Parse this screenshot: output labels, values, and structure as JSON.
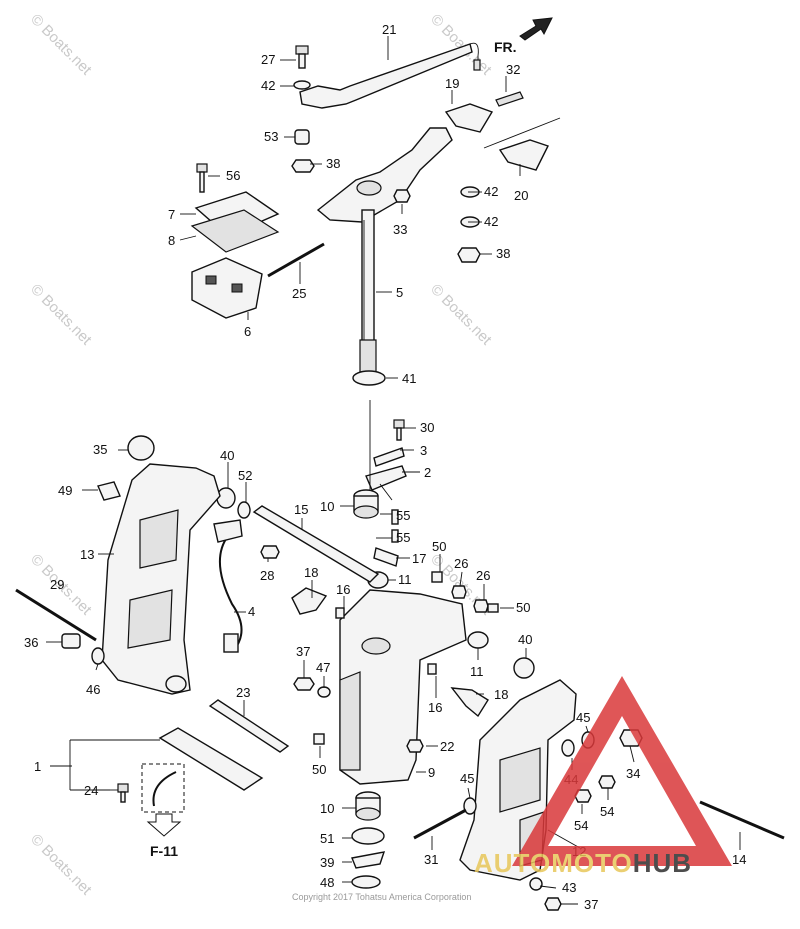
{
  "diagram": {
    "direction_label": "FR.",
    "reference_label": "F-11",
    "watermark": "© Boats.net",
    "copyright": "Copyright 2017 Tohatsu America Corporation",
    "logo": {
      "part1": "AUTO",
      "part2": "MOTO",
      "part3": "HUB",
      "triangle_color": "#d9383a",
      "gold_color": "#e8c75a",
      "dark_color": "#2e2e2e"
    },
    "callouts": {
      "c21": "21",
      "c27": "27",
      "c42a": "42",
      "c19": "19",
      "c32": "32",
      "c53": "53",
      "c38a": "38",
      "c56": "56",
      "c7": "7",
      "c8": "8",
      "c42b": "42",
      "c20": "20",
      "c33": "33",
      "c42c": "42",
      "c38b": "38",
      "c25": "25",
      "c5": "5",
      "c6": "6",
      "c41": "41",
      "c30": "30",
      "c3": "3",
      "c2": "2",
      "c35": "35",
      "c40a": "40",
      "c52": "52",
      "c49": "49",
      "c15": "15",
      "c10a": "10",
      "c55a": "55",
      "c55b": "55",
      "c13": "13",
      "c50a": "50",
      "c17": "17",
      "c28": "28",
      "c26a": "26",
      "c26b": "26",
      "c29": "29",
      "c18a": "18",
      "c16a": "16",
      "c11a": "11",
      "c50b": "50",
      "c4": "4",
      "c36": "36",
      "c40b": "40",
      "c37a": "37",
      "c47": "47",
      "c11b": "11",
      "c46": "46",
      "c18b": "18",
      "c16b": "16",
      "c23": "23",
      "c45a": "45",
      "c22": "22",
      "c1": "1",
      "c44": "44",
      "c34": "34",
      "c9": "9",
      "c50c": "50",
      "c24": "24",
      "c45b": "45",
      "c54a": "54",
      "c54b": "54",
      "c10b": "10",
      "c51": "51",
      "c31": "31",
      "c12": "12",
      "c14": "14",
      "c39": "39",
      "c48": "48",
      "c43": "43",
      "c37b": "37"
    }
  }
}
